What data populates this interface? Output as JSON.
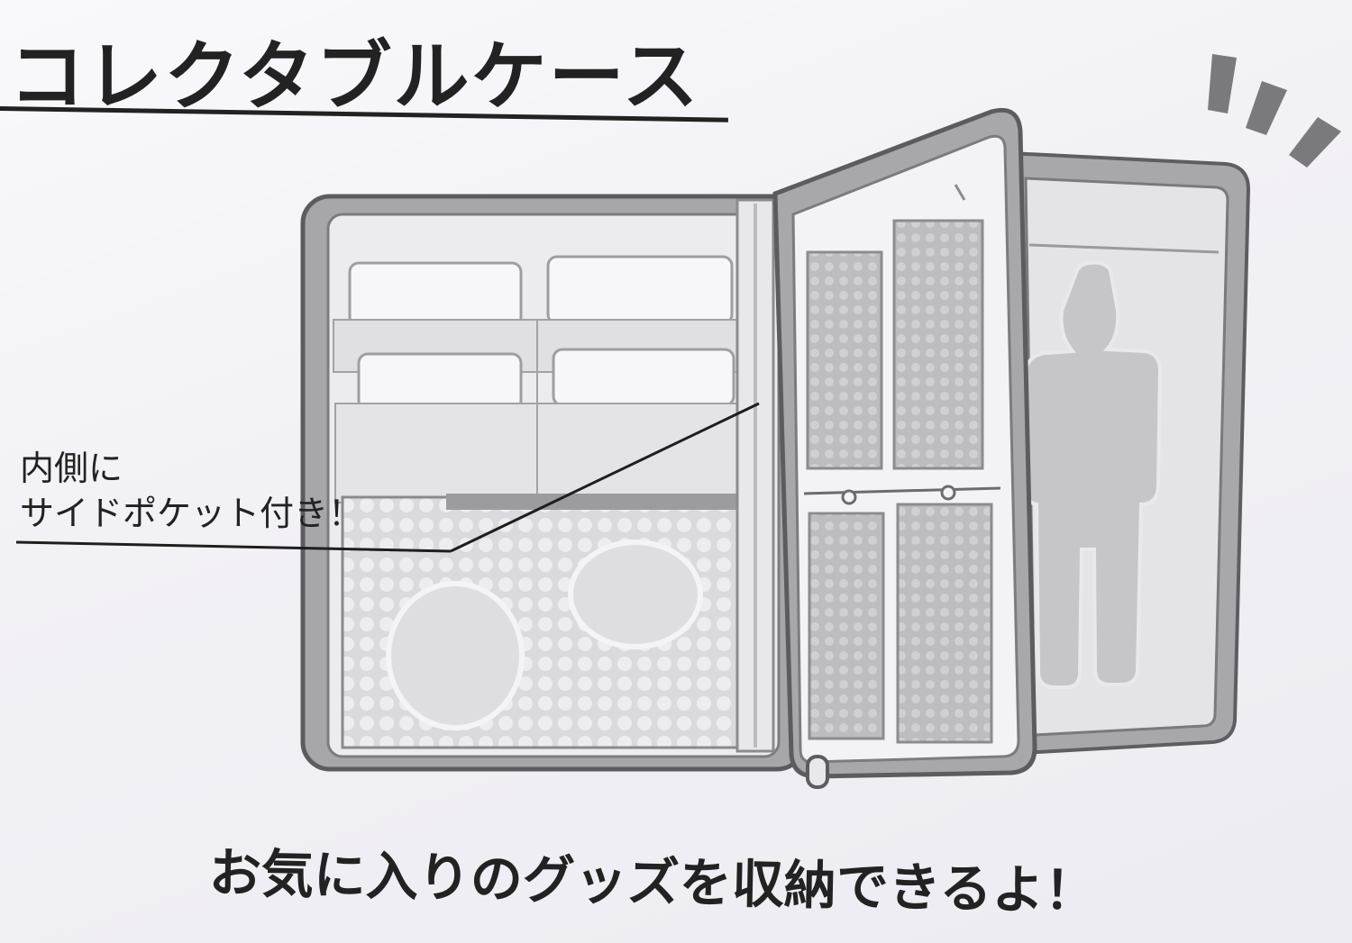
{
  "title": "コレクタブルケース",
  "callout": {
    "line1": "内側に",
    "line2": "サイドポケット付き！"
  },
  "caption": "お気に入りのグッズを収納できるよ！",
  "colors": {
    "background": "#f2f1f6",
    "outline": "#6e6e72",
    "frame": "#a9a9ad",
    "pocket": "#e6e6ea",
    "text": "#222222"
  },
  "icons": [
    "collectible-case-illustration",
    "emphasis-marks-icon",
    "figure-silhouette-icon"
  ]
}
